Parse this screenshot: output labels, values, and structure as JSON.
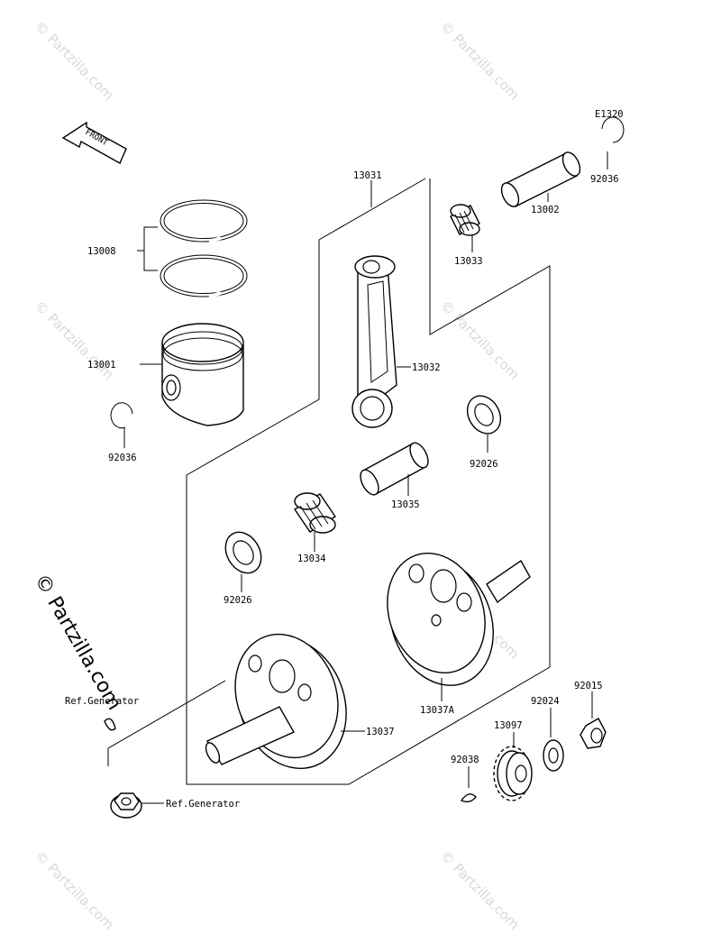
{
  "diagram_code": "E1320",
  "front_label": "FRONT",
  "watermark": "© Partzilla.com",
  "parts": {
    "p13001": "13001",
    "p13002": "13002",
    "p13008": "13008",
    "p13031": "13031",
    "p13032": "13032",
    "p13033": "13033",
    "p13034": "13034",
    "p13035": "13035",
    "p13037": "13037",
    "p13037A": "13037A",
    "p13097": "13097",
    "p92015": "92015",
    "p92024": "92024",
    "p92026_a": "92026",
    "p92026_b": "92026",
    "p92036_a": "92036",
    "p92036_b": "92036",
    "p92038": "92038"
  },
  "refs": {
    "generator_key": "Ref.Generator",
    "generator_nut": "Ref.Generator"
  }
}
